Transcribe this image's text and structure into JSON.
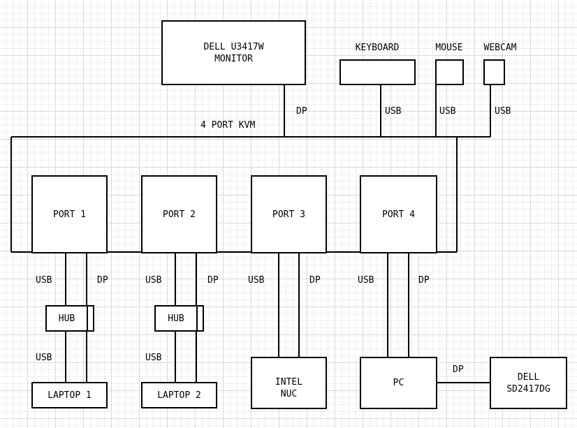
{
  "devices": {
    "monitor": "DELL U3417W\nMONITOR",
    "keyboard": "KEYBOARD",
    "mouse": "MOUSE",
    "webcam": "WEBCAM",
    "kvm": "4 PORT KVM",
    "ports": [
      "PORT 1",
      "PORT 2",
      "PORT 3",
      "PORT 4"
    ],
    "hub1": "HUB",
    "hub2": "HUB",
    "laptop1": "LAPTOP 1",
    "laptop2": "LAPTOP 2",
    "intel_nuc": "INTEL\nNUC",
    "pc": "PC",
    "dell_second_monitor": "DELL\nSD2417DG"
  },
  "connections": {
    "monitor_kvm": "DP",
    "keyboard_kvm": "USB",
    "mouse_kvm": "USB",
    "webcam_kvm": "USB",
    "port1_usb": "USB",
    "port1_dp": "DP",
    "port2_usb": "USB",
    "port2_dp": "DP",
    "port3_usb": "USB",
    "port3_dp": "DP",
    "port4_usb": "USB",
    "port4_dp": "DP",
    "hub1_laptop1": "USB",
    "hub2_laptop2": "USB",
    "pc_dell": "DP"
  }
}
